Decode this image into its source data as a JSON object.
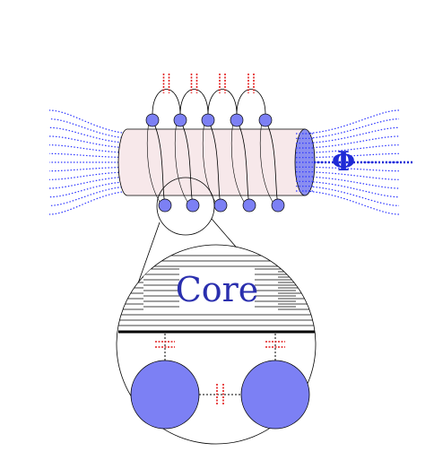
{
  "labels": {
    "core": "Core",
    "flux": "Φ"
  },
  "colors": {
    "field_lines": "#2c35ff",
    "wire_fill": "#7c80f4",
    "core_fill": "#f7e8ea",
    "core_end": "#8a8ef0",
    "capacitance": "#e21a1a",
    "outline": "#000000",
    "flux_arrow": "#1f2bd6"
  },
  "icons": {
    "field": "magnetic-field-lines",
    "coil": "solenoid-coil",
    "zoom": "magnifier-callout",
    "capacitor": "parasitic-capacitor"
  }
}
